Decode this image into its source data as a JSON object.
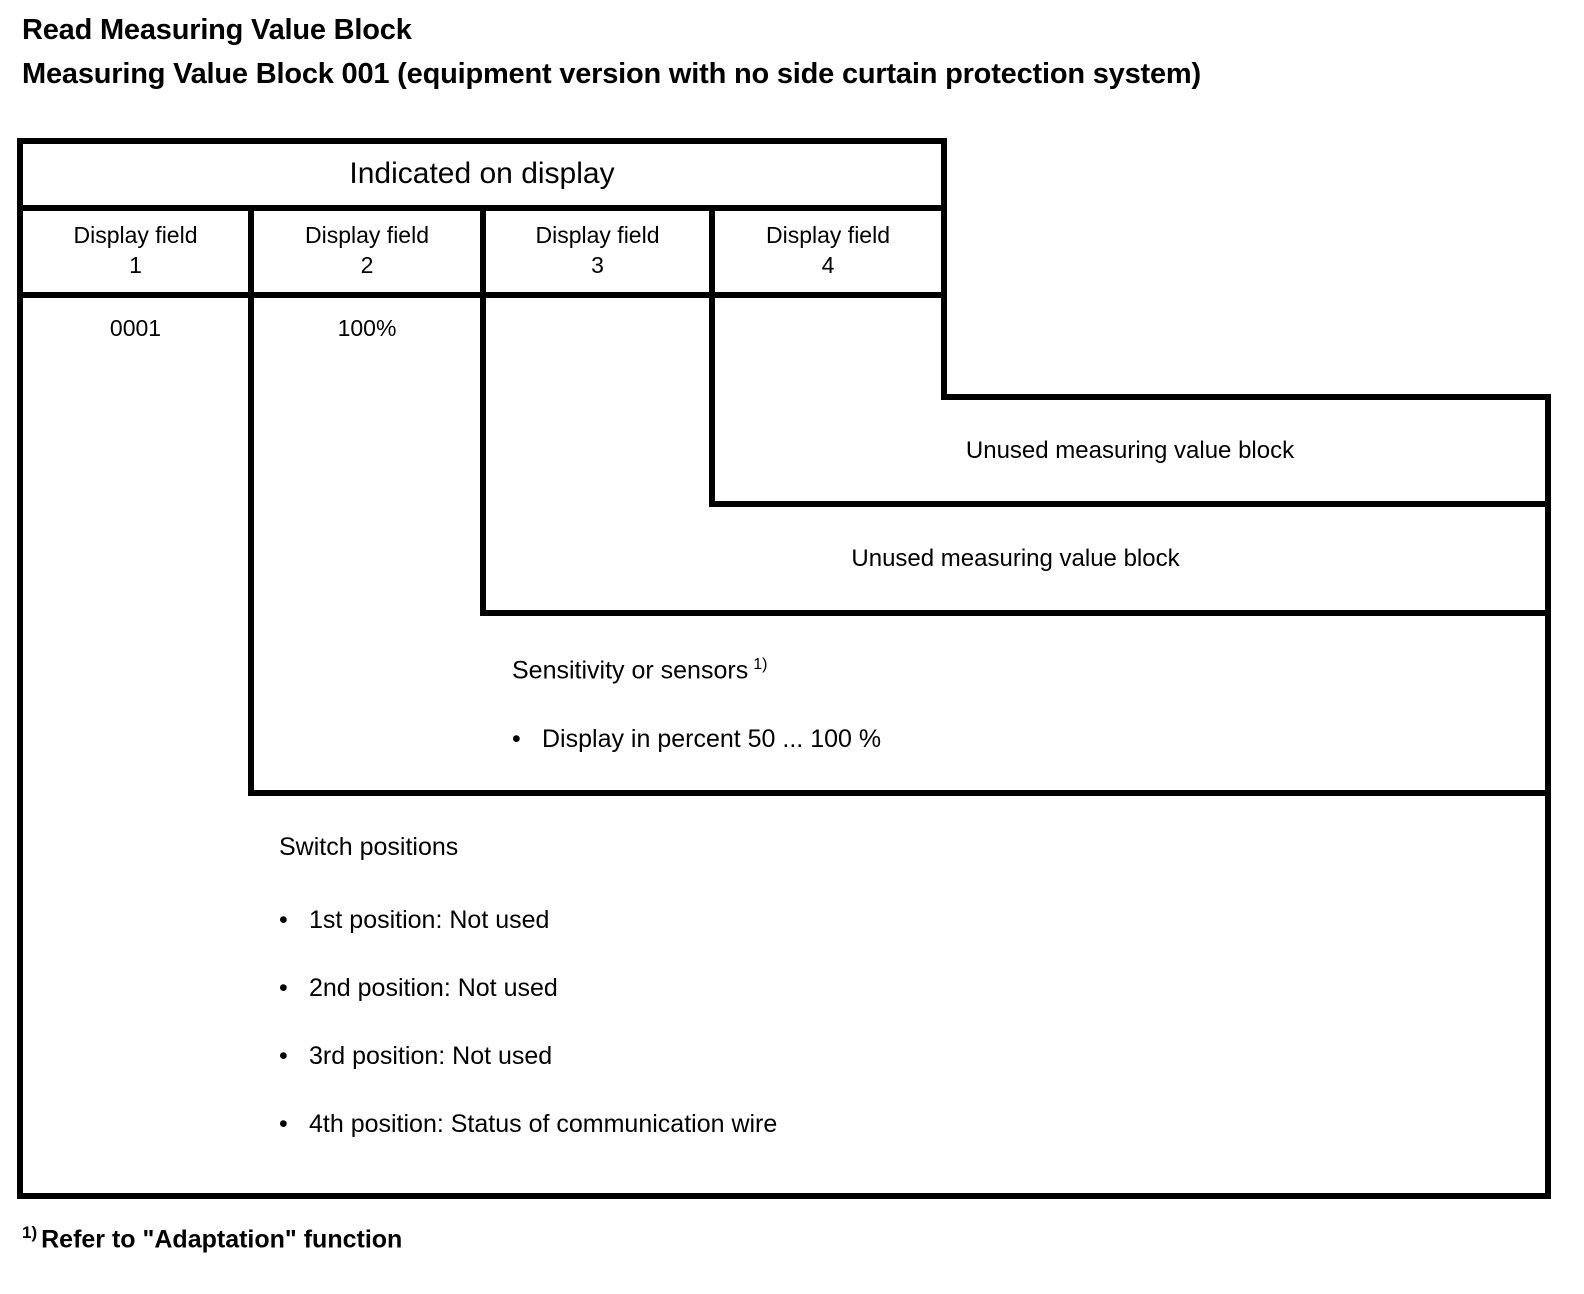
{
  "title": {
    "line1": "Read Measuring Value Block",
    "line2": "Measuring Value Block 001 (equipment version with no side curtain protection system)"
  },
  "table": {
    "banner": "Indicated on display",
    "columns": [
      {
        "label": "Display field",
        "number": "1",
        "value": "0001"
      },
      {
        "label": "Display field",
        "number": "2",
        "value": "100%"
      },
      {
        "label": "Display field",
        "number": "3",
        "value": ""
      },
      {
        "label": "Display field",
        "number": "4",
        "value": ""
      }
    ]
  },
  "blocks": {
    "field4_caption": "Unused measuring value block",
    "field3_caption": "Unused measuring value block"
  },
  "field2": {
    "heading": "Sensitivity or sensors",
    "footnote_mark": "1)",
    "bullets": [
      "Display in percent 50 ... 100 %"
    ]
  },
  "field1": {
    "heading": "Switch positions",
    "bullets": [
      "1st position: Not used",
      "2nd position: Not used",
      "3rd position: Not used",
      "4th position: Status of communication wire"
    ]
  },
  "footnote": {
    "mark": "1)",
    "text": "Refer to \"Adaptation\" function"
  },
  "colors": {
    "ink": "#000000",
    "paper": "#ffffff"
  }
}
